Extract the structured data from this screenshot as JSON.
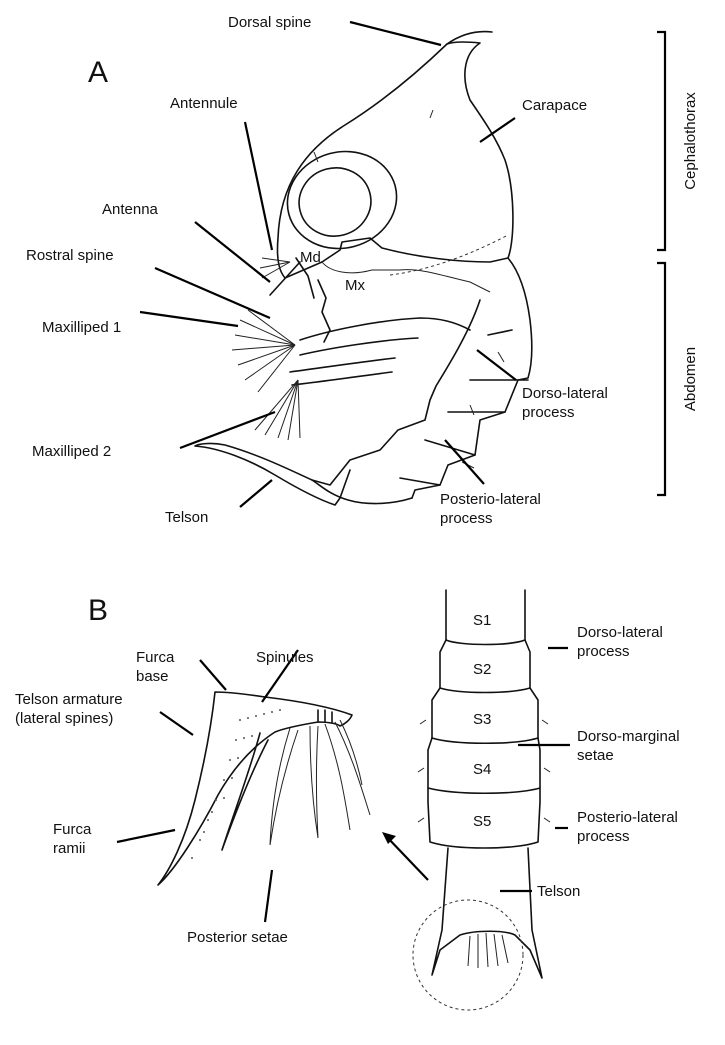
{
  "panel_a": {
    "label": "A",
    "labels": {
      "dorsal_spine": "Dorsal spine",
      "antennule": "Antennule",
      "carapace": "Carapace",
      "antenna": "Antenna",
      "rostral_spine": "Rostral spine",
      "md": "Md",
      "mx": "Mx",
      "maxilliped_1": "Maxilliped 1",
      "maxilliped_2": "Maxilliped 2",
      "dorso_lateral_1": "Dorso-lateral",
      "dorso_lateral_2": "process",
      "posterio_lateral_1": "Posterio-lateral",
      "posterio_lateral_2": "process",
      "telson": "Telson"
    },
    "brackets": {
      "cephalothorax": "Cephalothorax",
      "abdomen": "Abdomen"
    }
  },
  "panel_b": {
    "label": "B",
    "labels": {
      "furca_base_1": "Furca",
      "furca_base_2": "base",
      "spinules": "Spinules",
      "telson_armature_1": "Telson armature",
      "telson_armature_2": "(lateral spines)",
      "furca_ramii_1": "Furca",
      "furca_ramii_2": "ramii",
      "posterior_setae": "Posterior setae",
      "dorso_lateral_1": "Dorso-lateral",
      "dorso_lateral_2": "process",
      "dorso_marginal_1": "Dorso-marginal",
      "dorso_marginal_2": "setae",
      "posterio_lateral_1": "Posterio-lateral",
      "posterio_lateral_2": "process",
      "telson": "Telson"
    },
    "segments": [
      "S1",
      "S2",
      "S3",
      "S4",
      "S5"
    ]
  }
}
